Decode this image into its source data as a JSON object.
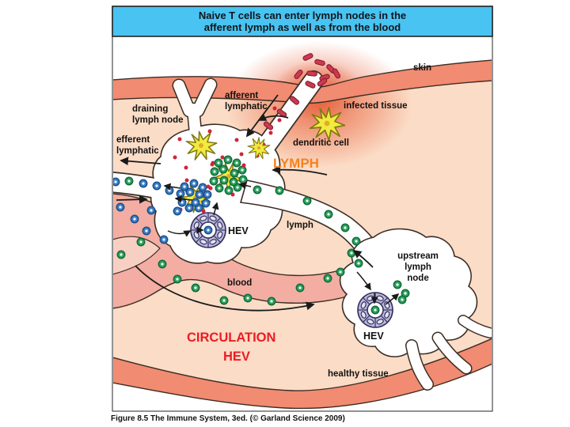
{
  "figure": {
    "title_line1": "Naive T cells can enter lymph nodes in the",
    "title_line2": "afferent lymph as well as from the blood",
    "caption": "Figure 8.5  The Immune System, 3ed. (© Garland Science 2009)"
  },
  "labels": {
    "skin": "skin",
    "infected_tissue": "infected tissue",
    "dendritic_cell": "dendritic cell",
    "afferent_line1": "afferent",
    "afferent_line2": "lymphatic",
    "draining_line1": "draining",
    "draining_line2": "lymph node",
    "efferent_line1": "efferent",
    "efferent_line2": "lymphatic",
    "lymph_region": "LYMPH",
    "lymph_vessel": "lymph",
    "hev_draining": "HEV",
    "blood": "blood",
    "circulation_line1": "CIRCULATION",
    "circulation_line2": "HEV",
    "upstream_line1": "upstream",
    "upstream_line2": "lymph",
    "upstream_line3": "node",
    "hev_upstream": "HEV",
    "healthy_tissue": "healthy tissue"
  },
  "colors": {
    "title_bar": "#49C3F1",
    "band": "#F18B71",
    "tissue": "#FBDCC6",
    "vessel": "#F3ADA2",
    "vessel_light": "#F8CFC3",
    "infection": "#E4502F",
    "outline": "#3B2D25",
    "cell_green": "#2FA25E",
    "cell_green_dark": "#0F6B3B",
    "cell_blue": "#3C80C8",
    "cell_blue_dark": "#1A4F8C",
    "hev_ring": "#BBB9DE",
    "hev_dark": "#34305C",
    "dc_yellow": "#F3E93F",
    "dc_dark": "#817A14",
    "bacteria": "#CE3A50",
    "bacteria_dark": "#8A2133",
    "red_dot": "#D2233C",
    "lymph_orange": "#F5821F",
    "circulation_red": "#EC1C24",
    "ink": "#1A1A1A"
  }
}
